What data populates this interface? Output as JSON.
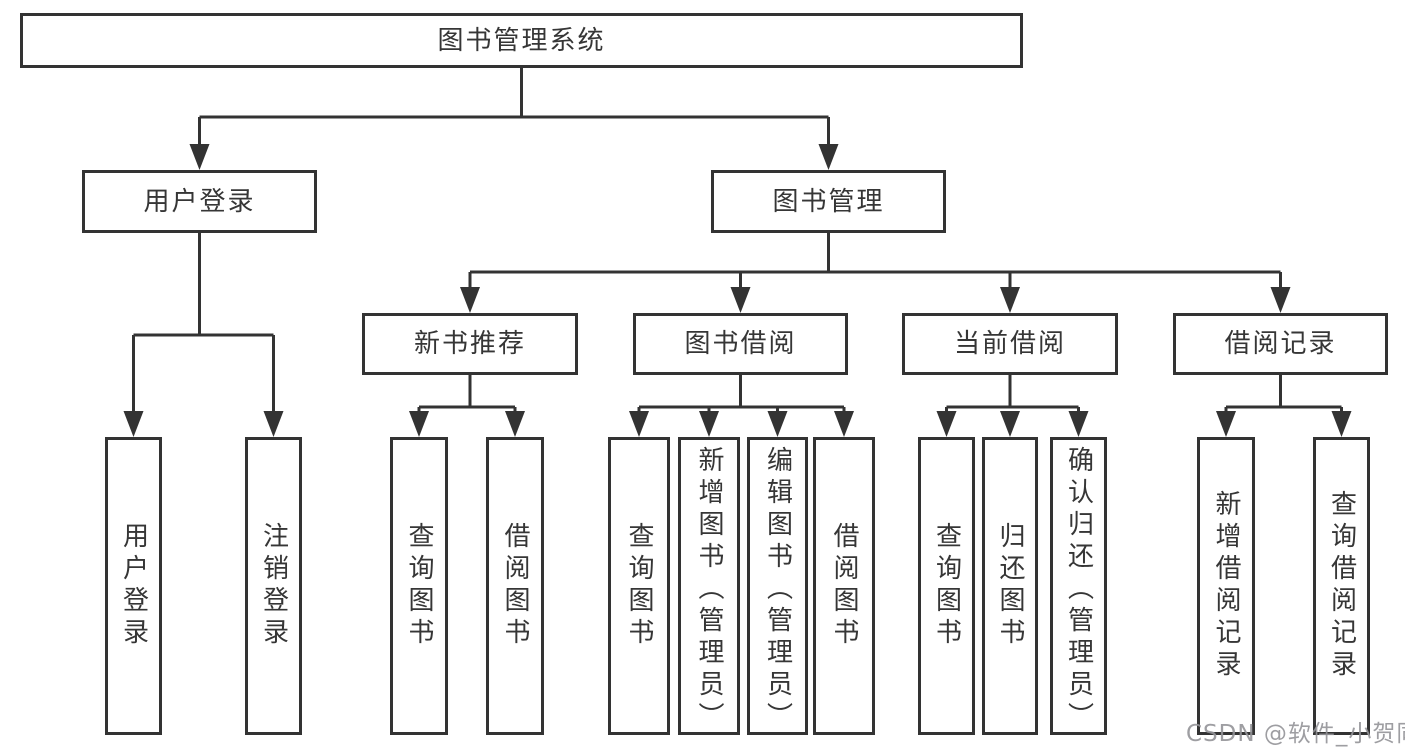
{
  "diagram": {
    "root": {
      "label": "图书管理系统"
    },
    "branches": [
      {
        "label": "用户登录",
        "children": [
          {
            "label": "用户登录"
          },
          {
            "label": "注销登录"
          }
        ]
      },
      {
        "label": "图书管理",
        "children": [
          {
            "label": "新书推荐",
            "children": [
              {
                "label": "查询图书"
              },
              {
                "label": "借阅图书"
              }
            ]
          },
          {
            "label": "图书借阅",
            "children": [
              {
                "label": "查询图书"
              },
              {
                "label": "新增图书（管理员）"
              },
              {
                "label": "编辑图书（管理员）"
              },
              {
                "label": "借阅图书"
              }
            ]
          },
          {
            "label": "当前借阅",
            "children": [
              {
                "label": "查询图书"
              },
              {
                "label": "归还图书"
              },
              {
                "label": "确认归还（管理员）"
              }
            ]
          },
          {
            "label": "借阅记录",
            "children": [
              {
                "label": "新增借阅记录"
              },
              {
                "label": "查询借阅记录"
              }
            ]
          }
        ]
      }
    ]
  },
  "watermark": {
    "text": "CSDN @软件_小贺同学"
  },
  "colors": {
    "line": "#333333",
    "box_border": "#333333",
    "text": "#363636",
    "watermark": "#949498",
    "background": "#ffffff"
  }
}
